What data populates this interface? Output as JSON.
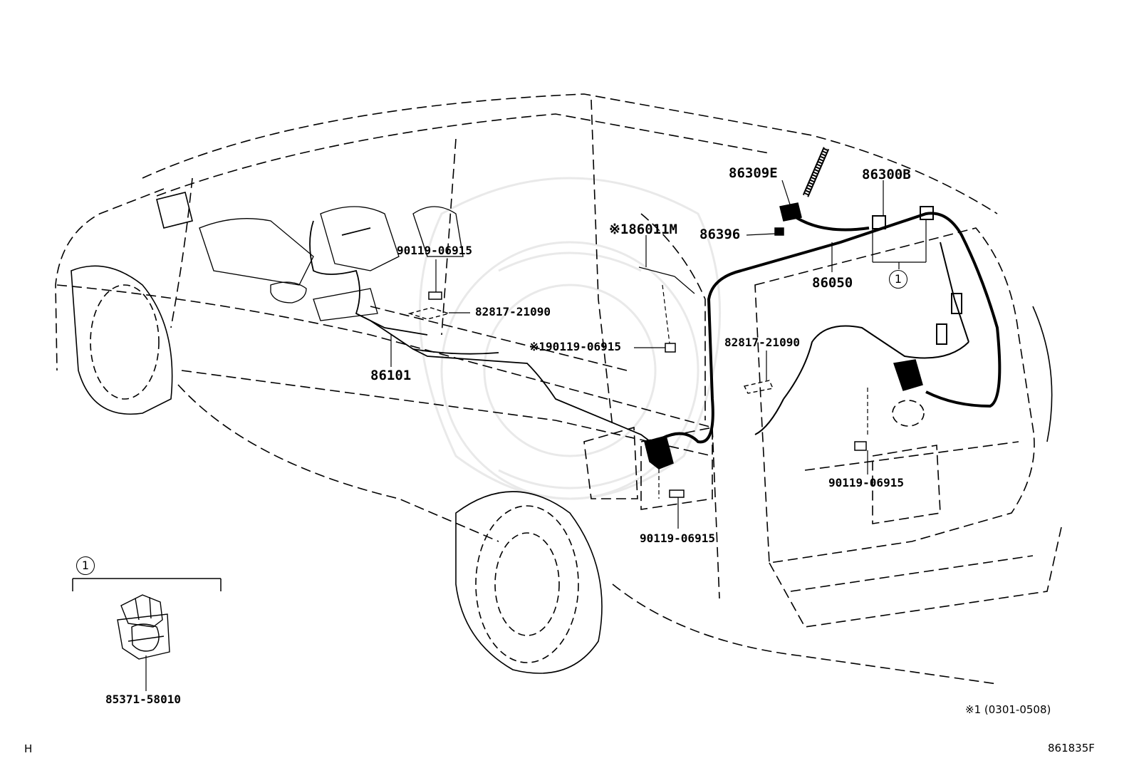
{
  "parts": {
    "antenna_pole": "86309E",
    "antenna_assembly": "86300B",
    "antenna_nut": "86396",
    "antenna_cord": "86050",
    "amplifier": "86011M",
    "amplifier_mark": "※1",
    "front_cord": "86101",
    "bolt_front": "90119-06915",
    "clamp_front": "82817-21090",
    "bolt_mid": "90119-06915",
    "bolt_mid_mark": "※1",
    "clamp_rear": "82817-21090",
    "bolt_rear_right": "90119-06915",
    "bolt_rear_low": "90119-06915",
    "clip_detail": "85371-58010"
  },
  "callouts": {
    "group_ref": "1",
    "detail_ref": "1"
  },
  "footnote": "※1 (0301-0508)",
  "corner_left": "H",
  "diagram_code": "861835F",
  "colors": {
    "line": "#000000",
    "background": "#ffffff",
    "watermark": "#e6e6e6"
  }
}
